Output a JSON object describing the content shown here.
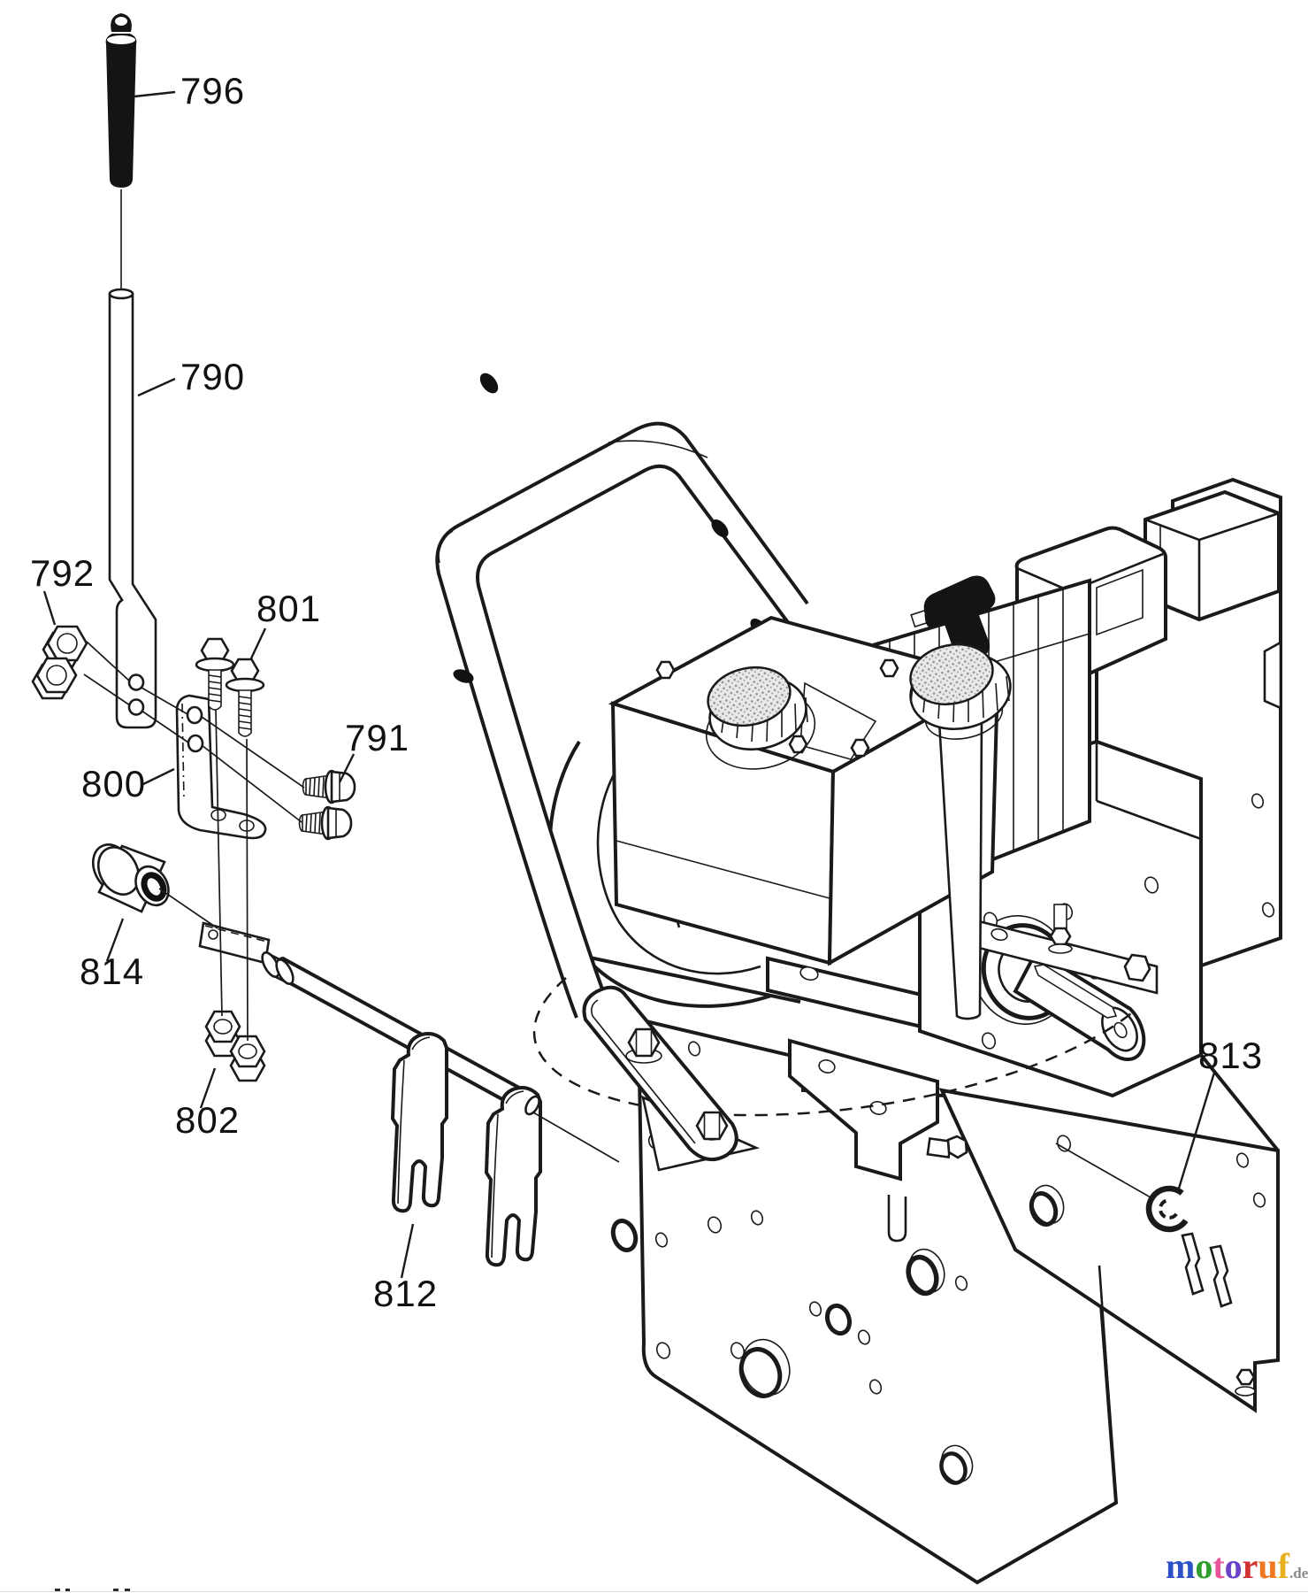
{
  "page": {
    "background": "#ffffff",
    "line_color": "#1a1a1a",
    "grip_color": "#141414",
    "cap_texture_color": "#9a9a9a"
  },
  "callouts": [
    {
      "id": "796",
      "label": "796"
    },
    {
      "id": "790",
      "label": "790"
    },
    {
      "id": "792",
      "label": "792"
    },
    {
      "id": "801",
      "label": "801"
    },
    {
      "id": "800",
      "label": "800"
    },
    {
      "id": "791",
      "label": "791"
    },
    {
      "id": "814",
      "label": "814"
    },
    {
      "id": "802",
      "label": "802"
    },
    {
      "id": "812",
      "label": "812"
    },
    {
      "id": "813",
      "label": "813"
    }
  ],
  "watermark": {
    "word": "motoruf",
    "tld": ".de",
    "tld_color": "#8a8a8a",
    "letters": [
      {
        "ch": "m",
        "color": "#2d52c8"
      },
      {
        "ch": "o",
        "color": "#2f9e2f"
      },
      {
        "ch": "t",
        "color": "#e8559a"
      },
      {
        "ch": "o",
        "color": "#6a43c8"
      },
      {
        "ch": "r",
        "color": "#d23131"
      },
      {
        "ch": "u",
        "color": "#f07820"
      },
      {
        "ch": "f",
        "color": "#e8b01c"
      }
    ]
  }
}
